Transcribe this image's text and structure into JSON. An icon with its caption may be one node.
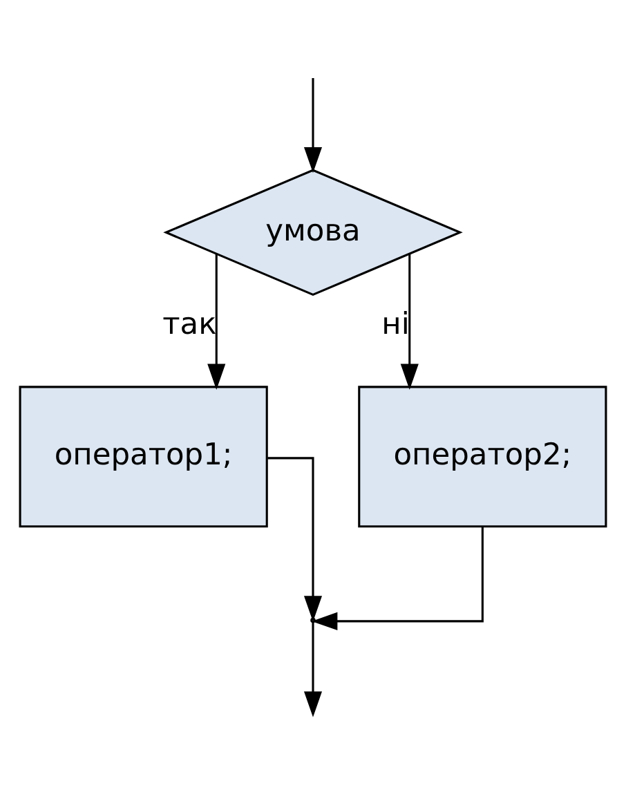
{
  "diagram": {
    "nodes": [
      {
        "text": [
          "умова"
        ]
      },
      {
        "text": [
          "оператор1;"
        ]
      },
      {
        "text": [
          "оператор2;"
        ]
      },
      {
        "text": [],
        "shape": "point"
      }
    ],
    "edges": [
      {
        "from": null,
        "to": 0,
        "arrow": "to"
      },
      {
        "from": 0,
        "to": 1,
        "arrow": "to",
        "label": "так"
      },
      {
        "from": 0,
        "to": 2,
        "arrow": "to",
        "label": "ні"
      },
      {
        "from": 1,
        "to": 3,
        "arrow": "to"
      },
      {
        "from": 2,
        "to": 3,
        "arrow": "to"
      },
      {
        "from": 3,
        "to": null,
        "arrow": "to"
      }
    ]
  }
}
